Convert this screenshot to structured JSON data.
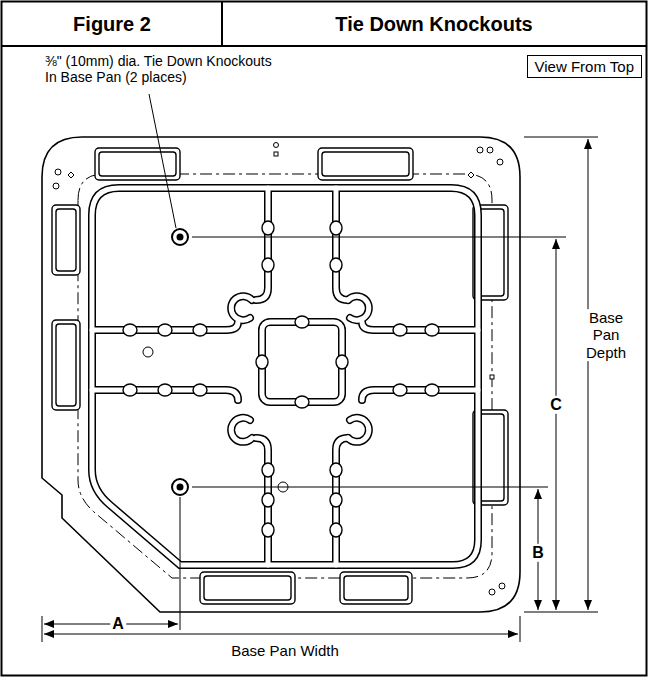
{
  "diagram": {
    "title": "Tie Down Knockouts",
    "nodes": [
      {
        "text": [
          "View From Top"
        ]
      }
    ],
    "labels": [
      "Figure 2",
      "⅜\" (10mm) dia. Tie Down Knockouts In Base Pan (2 places)",
      "Base Pan Depth",
      "C",
      "B",
      "A",
      "Base Pan Width"
    ]
  }
}
